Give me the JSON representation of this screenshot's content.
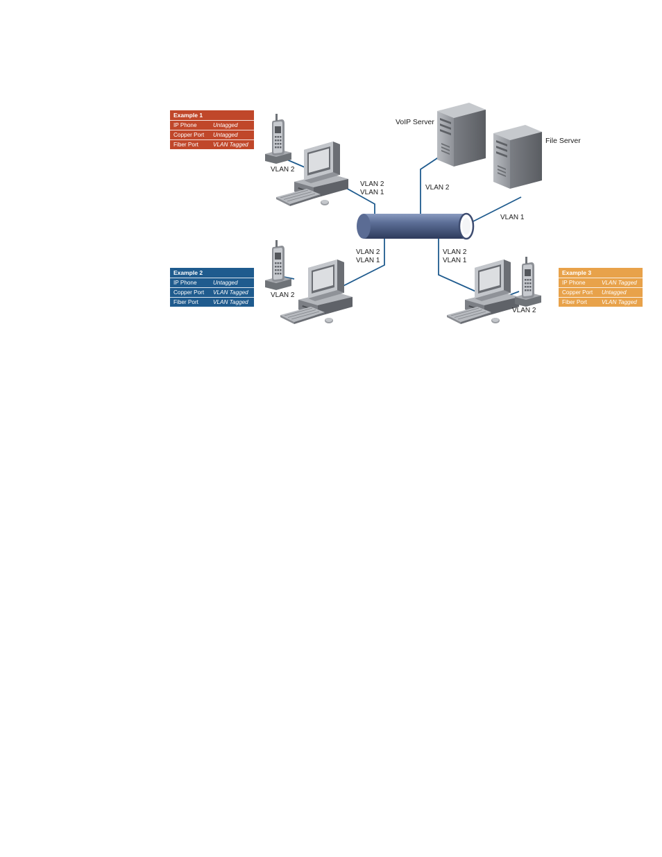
{
  "colors": {
    "example1": "#c0472a",
    "example2": "#1f5b8e",
    "example3": "#e8a24a",
    "link": "#1f5b8e",
    "backbone": "#4d5f86"
  },
  "servers": {
    "voip": {
      "label": "VoIP Server",
      "link_label": "VLAN 2"
    },
    "file": {
      "label": "File Server",
      "link_label": "VLAN 1"
    }
  },
  "workstations": {
    "top_left": {
      "phone_label": "VLAN 2",
      "trunk_label_1": "VLAN 2",
      "trunk_label_2": "VLAN 1"
    },
    "bottom_left": {
      "phone_label": "VLAN 2",
      "trunk_label_1": "VLAN 2",
      "trunk_label_2": "VLAN 1"
    },
    "bottom_right": {
      "phone_label": "VLAN 2",
      "trunk_label_1": "VLAN 2",
      "trunk_label_2": "VLAN 1"
    }
  },
  "examples": [
    {
      "title": "Example 1",
      "rows": [
        {
          "key": "IP Phone",
          "value": "Untagged"
        },
        {
          "key": "Copper Port",
          "value": "Untagged"
        },
        {
          "key": "Fiber Port",
          "value": "VLAN Tagged"
        }
      ]
    },
    {
      "title": "Example 2",
      "rows": [
        {
          "key": "IP Phone",
          "value": "Untagged"
        },
        {
          "key": "Copper Port",
          "value": "VLAN Tagged"
        },
        {
          "key": "Fiber Port",
          "value": "VLAN Tagged"
        }
      ]
    },
    {
      "title": "Example 3",
      "rows": [
        {
          "key": "IP Phone",
          "value": "VLAN Tagged"
        },
        {
          "key": "Copper Port",
          "value": "Untagged"
        },
        {
          "key": "Fiber Port",
          "value": "VLAN Tagged"
        }
      ]
    }
  ]
}
